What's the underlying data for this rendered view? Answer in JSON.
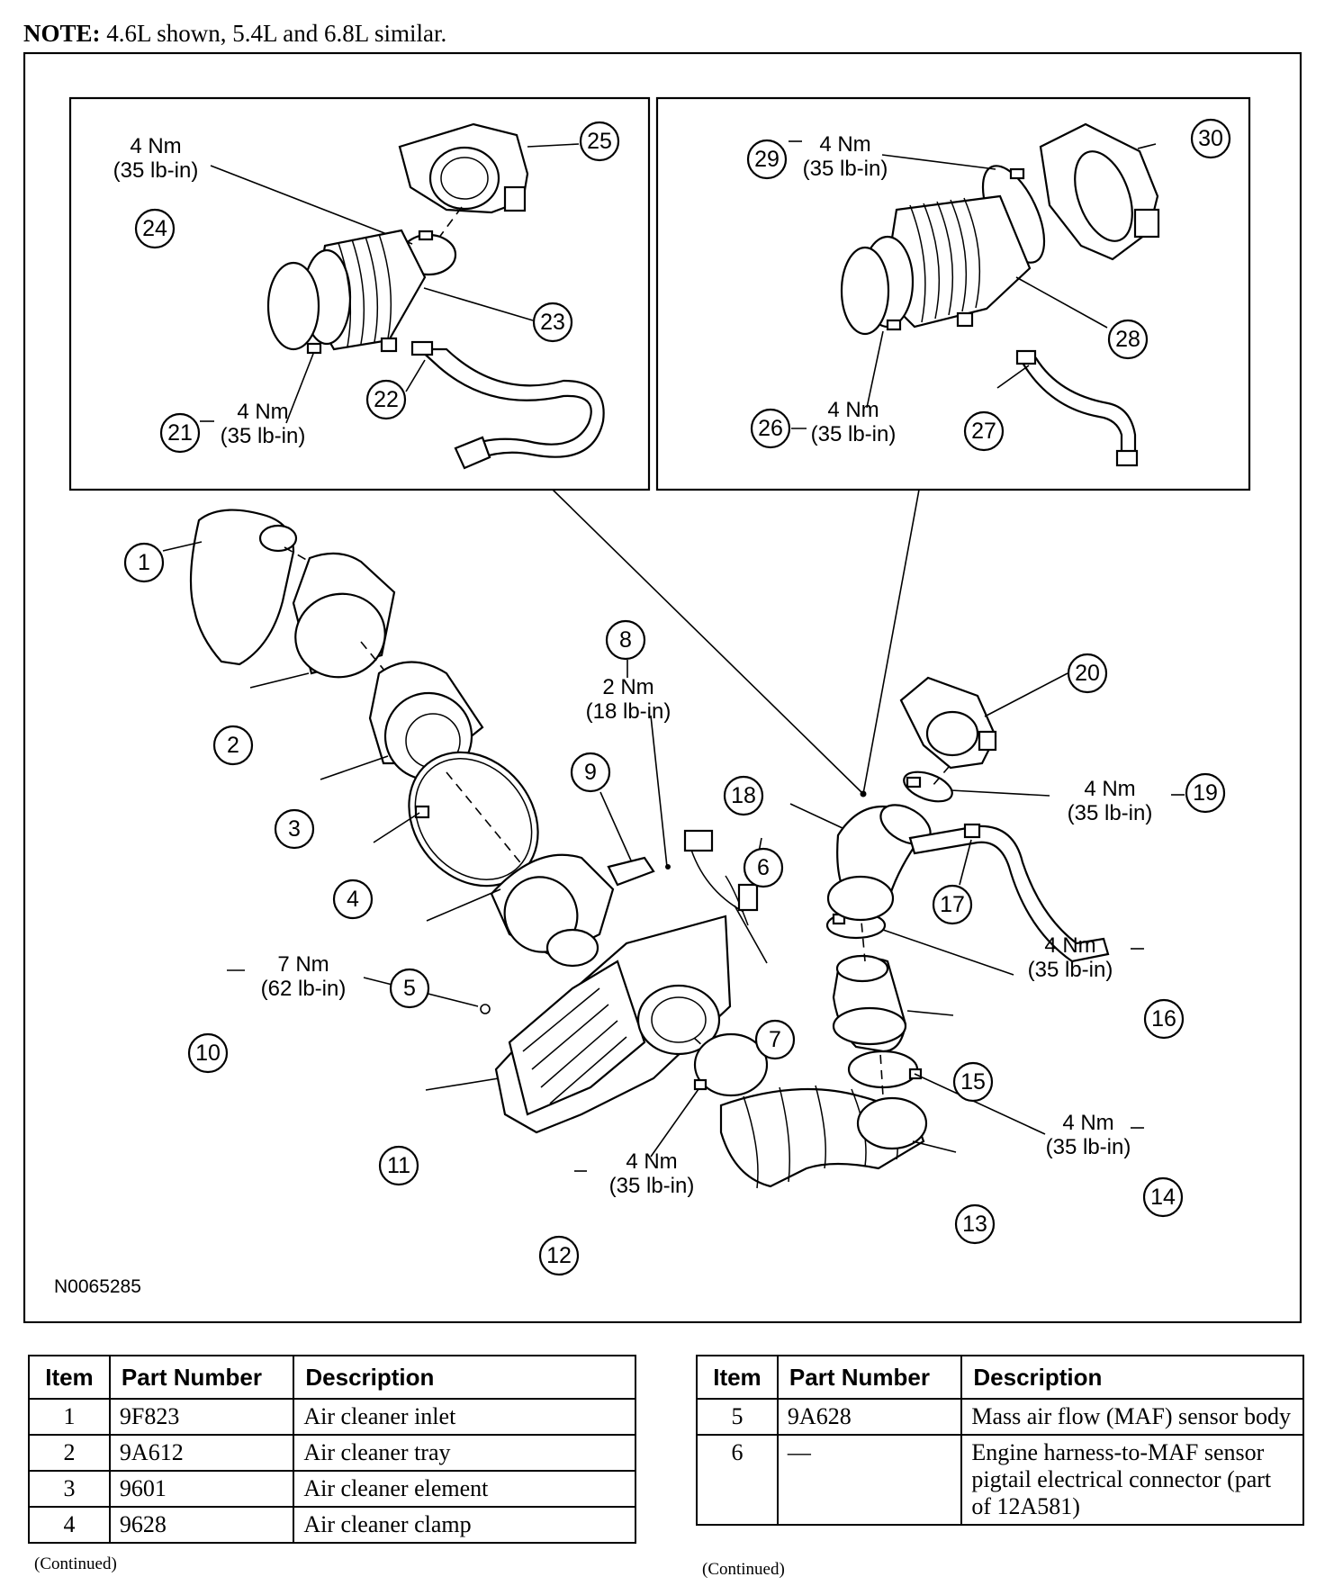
{
  "note": {
    "label": "NOTE:",
    "text": "4.6L shown, 5.4L and 6.8L similar."
  },
  "figure_id": "N0065285",
  "torques": {
    "nm4": "4 Nm",
    "lbin35": "(35 lb-in)",
    "nm2": "2 Nm",
    "lbin18": "(18 lb-in)",
    "nm7": "7 Nm",
    "lbin62": "(62 lb-in)"
  },
  "callouts": [
    "1",
    "2",
    "3",
    "4",
    "5",
    "6",
    "7",
    "8",
    "9",
    "10",
    "11",
    "12",
    "13",
    "14",
    "15",
    "16",
    "17",
    "18",
    "19",
    "20",
    "21",
    "22",
    "23",
    "24",
    "25",
    "26",
    "27",
    "28",
    "29",
    "30"
  ],
  "table_headers": {
    "item": "Item",
    "part_number": "Part Number",
    "description": "Description"
  },
  "table_left": [
    {
      "item": "1",
      "part_number": "9F823",
      "description": "Air cleaner inlet"
    },
    {
      "item": "2",
      "part_number": "9A612",
      "description": "Air cleaner tray"
    },
    {
      "item": "3",
      "part_number": "9601",
      "description": "Air cleaner element"
    },
    {
      "item": "4",
      "part_number": "9628",
      "description": "Air cleaner clamp"
    }
  ],
  "table_right": [
    {
      "item": "5",
      "part_number": "9A628",
      "description": "Mass air flow (MAF) sensor body"
    },
    {
      "item": "6",
      "part_number": "—",
      "description": "Engine harness-to-MAF sensor pigtail electrical connector (part of 12A581)"
    }
  ],
  "continued": "(Continued)"
}
